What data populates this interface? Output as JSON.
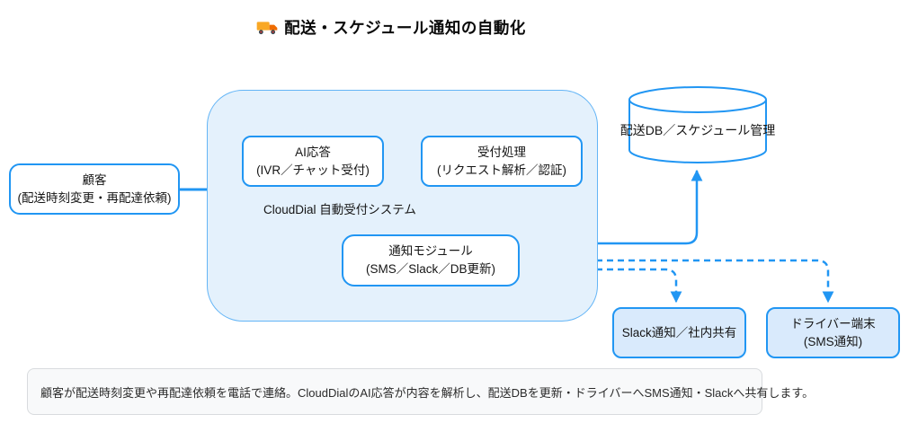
{
  "title": {
    "icon": "truck-icon",
    "text": "配送・スケジュール通知の自動化"
  },
  "container": {
    "label": "CloudDial 自動受付システム"
  },
  "nodes": {
    "customer": {
      "line1": "顧客",
      "line2": "(配送時刻変更・再配達依頼)"
    },
    "ai_response": {
      "line1": "AI応答",
      "line2": "(IVR／チャット受付)"
    },
    "intake": {
      "line1": "受付処理",
      "line2": "(リクエスト解析／認証)"
    },
    "notify": {
      "line1": "通知モジュール",
      "line2": "(SMS／Slack／DB更新)"
    },
    "db": {
      "label": "配送DB／スケジュール管理"
    },
    "slack": {
      "label": "Slack通知／社内共有"
    },
    "driver": {
      "line1": "ドライバー端末",
      "line2": "(SMS通知)"
    }
  },
  "edges": {
    "customer_to_ai": {
      "style": "solid"
    },
    "ai_to_intake": {
      "style": "solid"
    },
    "intake_to_notify": {
      "style": "solid"
    },
    "notify_to_db": {
      "style": "solid"
    },
    "notify_to_slack": {
      "style": "dashed"
    },
    "notify_to_driver": {
      "style": "dashed"
    }
  },
  "note": {
    "text": "顧客が配送時刻変更や再配達依頼を電話で連絡。CloudDialのAI応答が内容を解析し、配送DBを更新・ドライバーへSMS通知・Slackへ共有します。"
  },
  "colors": {
    "accent_blue": "#2196f3",
    "container_fill": "#e4f1fc",
    "container_border": "#64b5f6",
    "light_node_fill": "#d9eafc",
    "note_fill": "#f8f9fa",
    "note_border": "#d8dbde",
    "text": "#151515"
  }
}
